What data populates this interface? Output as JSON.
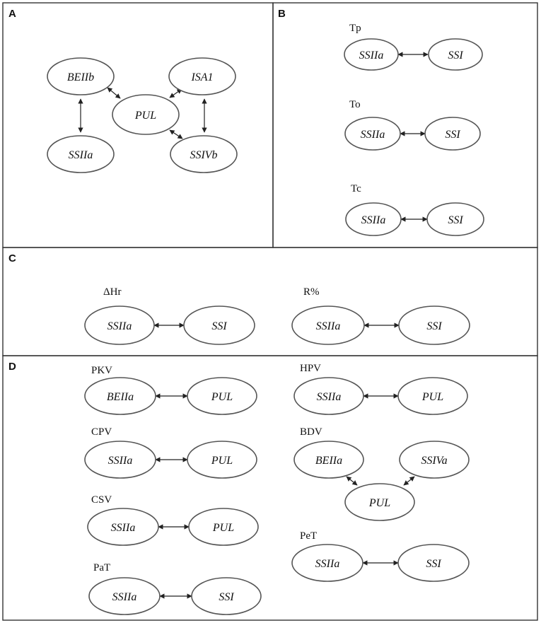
{
  "panels": {
    "A": {
      "letter": "A"
    },
    "B": {
      "letter": "B",
      "groups": [
        {
          "label": "Tp",
          "left": "SSIIa",
          "right": "SSI"
        },
        {
          "label": "To",
          "left": "SSIIa",
          "right": "SSI"
        },
        {
          "label": "Tc",
          "left": "SSIIa",
          "right": "SSI"
        }
      ]
    },
    "C": {
      "letter": "C",
      "groups": [
        {
          "label": "ΔHr",
          "left": "SSIIa",
          "right": "SSI"
        },
        {
          "label": "R%",
          "left": "SSIIa",
          "right": "SSI"
        }
      ]
    },
    "D": {
      "letter": "D",
      "groups": [
        {
          "label": "PKV",
          "left": "BEIIa",
          "right": "PUL"
        },
        {
          "label": "CPV",
          "left": "SSIIa",
          "right": "PUL"
        },
        {
          "label": "CSV",
          "left": "SSIIa",
          "right": "PUL"
        },
        {
          "label": "PaT",
          "left": "SSIIa",
          "right": "SSI"
        },
        {
          "label": "HPV",
          "left": "SSIIa",
          "right": "PUL"
        },
        {
          "label": "BDV",
          "left": "BEIIa",
          "right": "SSIVa",
          "center": "PUL"
        },
        {
          "label": "PeT",
          "left": "SSIIa",
          "right": "SSI"
        }
      ]
    }
  },
  "panelA": {
    "beiib": "BEIIb",
    "isa1": "ISA1",
    "pul": "PUL",
    "ssiia": "SSIIa",
    "ssivb": "SSIVb"
  }
}
